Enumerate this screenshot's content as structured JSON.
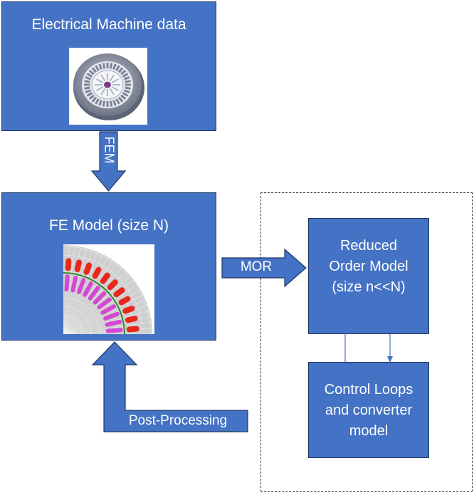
{
  "machine_box": {
    "title": "Electrical Machine data"
  },
  "fem_arrow": {
    "label": "FEM"
  },
  "fe_box": {
    "title": "FE Model (size N)"
  },
  "mor_arrow": {
    "label": "MOR"
  },
  "rom_box": {
    "text": "Reduced\nOrder Model\n(size n<<N)"
  },
  "control_box": {
    "text": "Control Loops\nand converter\nmodel"
  },
  "post_arrow": {
    "label": "Post-Processing"
  },
  "colors": {
    "box_fill": "#4472c4",
    "box_border": "#1f3864",
    "red_slot": "#e8281c",
    "magenta_slot": "#d448d4"
  }
}
